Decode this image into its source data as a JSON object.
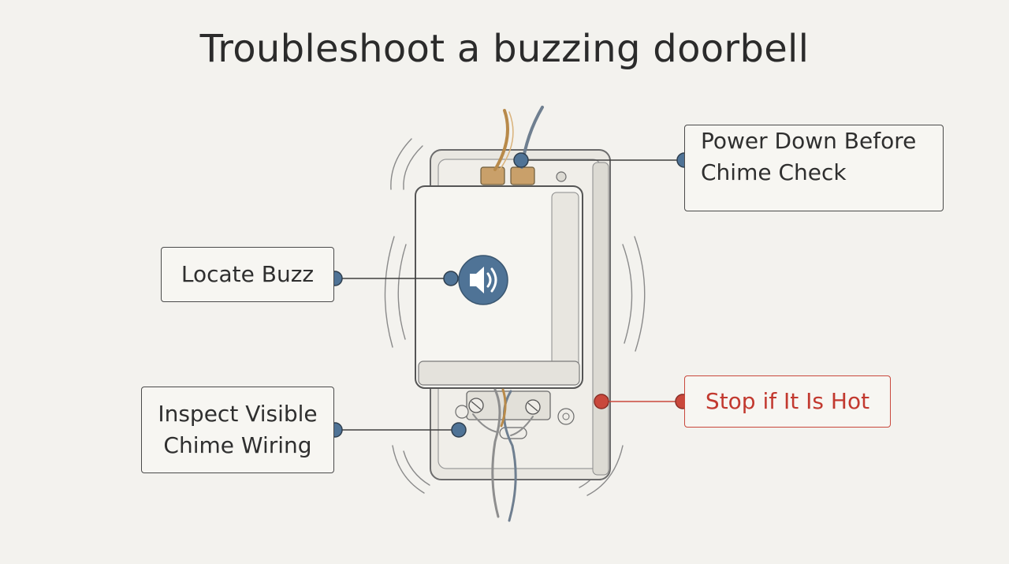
{
  "title": "Troubleshoot a buzzing doorbell",
  "callouts": {
    "power_down": {
      "lines": [
        "Power Down Before",
        "Chime Check"
      ]
    },
    "locate_buzz": {
      "label": "Locate Buzz"
    },
    "inspect_wiring": {
      "lines": [
        "Inspect Visible",
        "Chime Wiring"
      ]
    },
    "stop_hot": {
      "label": "Stop if It Is Hot"
    }
  },
  "icons": {
    "speaker": "speaker-icon"
  },
  "colors": {
    "background": "#f3f2ee",
    "marker": "#4f7396",
    "warning": "#c9483c",
    "speaker_badge": "#4f7396"
  }
}
